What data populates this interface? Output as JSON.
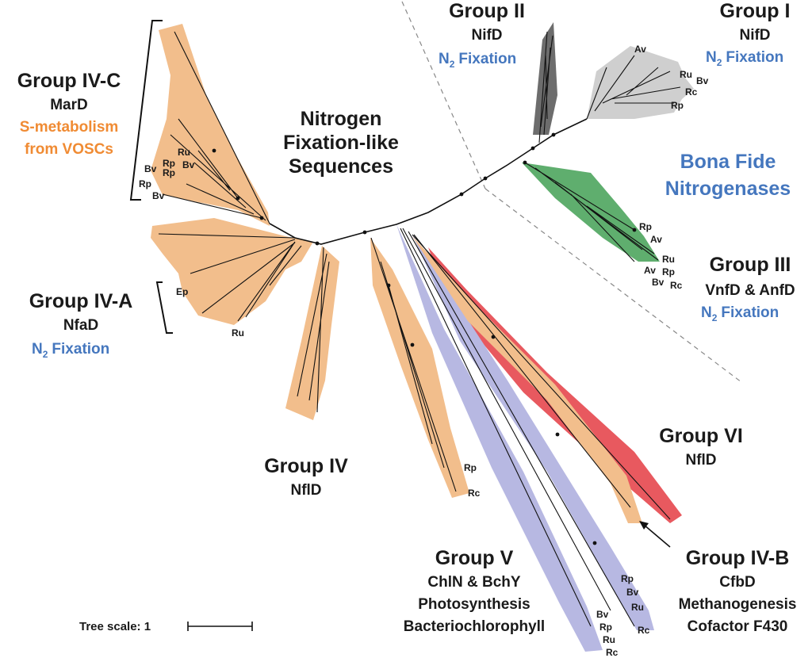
{
  "center_label": [
    "Nitrogen",
    "Fixation-like",
    "Sequences"
  ],
  "bona_fide": [
    "Bona Fide",
    "Nitrogenases"
  ],
  "groups": {
    "g2": {
      "title": "Group II",
      "protein": "NifD",
      "func": "Fixation",
      "n2": "N",
      "sub": "2"
    },
    "g1": {
      "title": "Group I",
      "protein": "NifD",
      "func": "Fixation",
      "n2": "N",
      "sub": "2"
    },
    "g3": {
      "title": "Group III",
      "protein": "VnfD & AnfD",
      "func": "Fixation",
      "n2": "N",
      "sub": "2"
    },
    "g4c": {
      "title": "Group IV-C",
      "protein": "MarD",
      "func1": "S-metabolism",
      "func2": "from VOSCs"
    },
    "g4a": {
      "title": "Group IV-A",
      "protein": "NfaD",
      "func": "Fixation",
      "n2": "N",
      "sub": "2"
    },
    "g4": {
      "title": "Group IV",
      "protein": "NflD"
    },
    "g6": {
      "title": "Group VI",
      "protein": "NflD"
    },
    "g5": {
      "title": "Group V",
      "protein": "ChlN & BchY",
      "func1": "Photosynthesis",
      "func2": "Bacteriochlorophyll"
    },
    "g4b": {
      "title": "Group IV-B",
      "protein": "CfbD",
      "func1": "Methanogenesis",
      "func2": "Cofactor F430"
    }
  },
  "taxa": {
    "g1": [
      "Av",
      "Ru",
      "Bv",
      "Rc",
      "Rp"
    ],
    "g3": [
      "Rp",
      "Av",
      "Ru",
      "Av",
      "Rp",
      "Bv",
      "Rc"
    ],
    "g4c": [
      "Ru",
      "Bv",
      "Rp",
      "Bv",
      "Rp",
      "Rp",
      "Bv"
    ],
    "g4a": [
      "Ep",
      "Ru"
    ],
    "g4": [
      "Rp",
      "Rc"
    ],
    "g5a": [
      "Rp",
      "Bv",
      "Ru",
      "Rc"
    ],
    "g5b": [
      "Bv",
      "Rp",
      "Ru",
      "Rc"
    ]
  },
  "scale": {
    "label": "Tree scale: 1"
  },
  "colors": {
    "orange": "#f2be8c",
    "green": "#5fae6e",
    "red": "#e8595f",
    "lavender": "#b7b8e2",
    "lightgray": "#cfcfcf",
    "darkgray": "#6d6d6d",
    "blue_text": "#4577be",
    "orange_text": "#f08b33"
  }
}
